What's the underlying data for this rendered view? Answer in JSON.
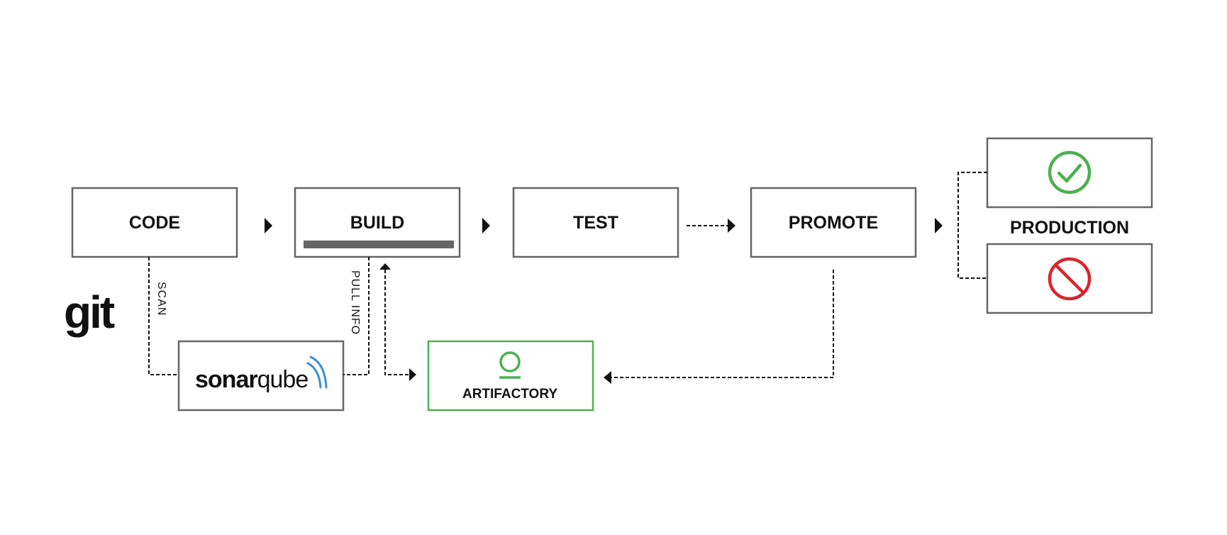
{
  "stages": {
    "code": "CODE",
    "build": "BUILD",
    "test": "TEST",
    "promote": "PROMOTE",
    "production": "PRODUCTION"
  },
  "tools": {
    "git": "git",
    "sonar": "sonar",
    "qube": "qube",
    "artifactory": "ARTIFACTORY"
  },
  "connectors": {
    "scan": "SCAN",
    "pull_info": "PULL INFO"
  },
  "outcomes": {
    "approved_icon": "check-circle-icon",
    "rejected_icon": "prohibited-icon"
  },
  "colors": {
    "box_border": "#666666",
    "artifactory_border": "#4cb050",
    "approved": "#4cb050",
    "rejected": "#d9262b",
    "sonar_waves": "#3a8fd4",
    "progress_bar": "#666666"
  }
}
